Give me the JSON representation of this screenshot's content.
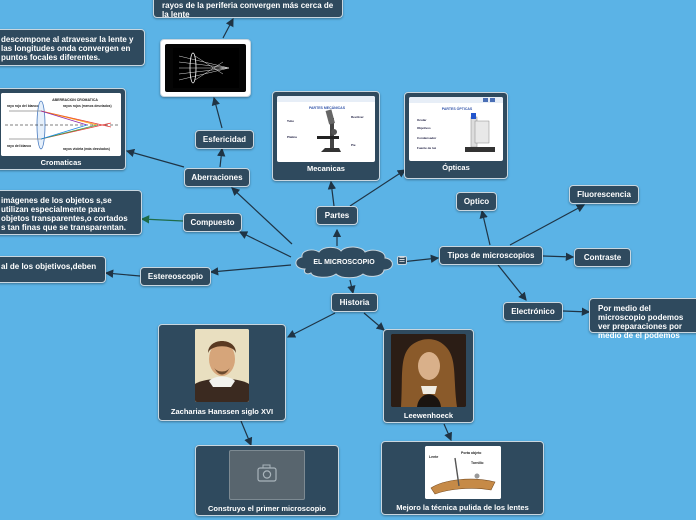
{
  "center": {
    "label": "EL MICROSCOPIO"
  },
  "nodes": {
    "partes": "Partes",
    "mecanicas": "Mecanicas",
    "opticas": "Ópticas",
    "historia": "Historia",
    "zacharias": "Zacharias Hanssen siglo XVI",
    "construyo": "Construyo el primer microscopio",
    "leewenhoeck": "Leewenhoeck",
    "mejoro": "Mejoro la técnica pulida de los lentes",
    "tipos": "Tipos de microscopios",
    "optico": "Optico",
    "fluorescencia": "Fluorescencia",
    "contraste": "Contraste",
    "electronico": "Electrónico",
    "electronico_desc": "Por medio del microscopio podemos ver preparaciones por medio de el podemos",
    "aberraciones": "Aberraciones",
    "esfericidad": "Esfericidad",
    "esfericidad_desc": "rayos de la periferia convergen más cerca de la lente",
    "cromaticas": "Cromaticas",
    "cromaticas_desc": "descompone al atravesar la lente y las longitudes onda convergen en puntos focales diferentes.",
    "compuesto": "Compuesto",
    "compuesto_desc": "imágenes de los objetos s,se utilizan especialmente para objetos transparentes,o cortados s tan finas que se transparentan.",
    "estereoscopio": "Estereoscopio",
    "estereoscopio_desc": "al de los objetivos,deben"
  },
  "image_texts": {
    "cromaticas_img": {
      "title": "ABERRACION CROMATICA",
      "red": "rayo rojo del blanco",
      "violet": "rayo del blanco",
      "l1": "rayos rojos (menos desviados)",
      "l2": "rayos violeta (más desviados)"
    },
    "mecanicas_img": {
      "title": "PARTES MECÁNICAS",
      "l1": "Tubo",
      "l2": "Revólver",
      "l3": "Platina",
      "l4": "Pie"
    },
    "opticas_img": {
      "title": "PARTES ÓPTICAS",
      "l1": "Ocular",
      "l2": "Objetivos",
      "l3": "Condensador",
      "l4": "Fuente de luz"
    },
    "mejoro_img": {
      "l1": "Lente",
      "l2": "Porta objeto",
      "l3": "Tornillo"
    }
  },
  "icons": {
    "center_menu": "menu-icon",
    "camera_placeholder": "camera-icon"
  },
  "colors": {
    "background": "#5bb3e6",
    "node": "#2f4a5e",
    "border": "#c9d6df",
    "connector": "#1f3445",
    "connector_alt": "#1e6b48"
  }
}
